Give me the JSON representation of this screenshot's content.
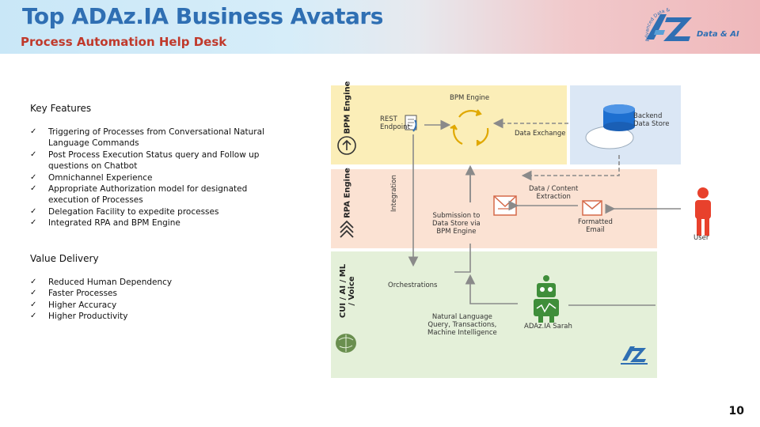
{
  "header": {
    "title": "Top ADAz.IA Business Avatars",
    "subtitle": "Process Automation Help Desk",
    "logo_tag": "Data & AI",
    "logo_arc": "Advanced Data & AI"
  },
  "key_features": {
    "title": "Key Features",
    "items": [
      "Triggering of Processes from Conversational Natural Language Commands",
      "Post Process Execution Status query and Follow up questions on Chatbot",
      "Omnichannel Experience",
      "Appropriate Authorization model for designated execution of Processes",
      "Delegation Facility to expedite processes",
      "Integrated RPA and BPM Engine"
    ]
  },
  "value_delivery": {
    "title": "Value Delivery",
    "items": [
      "Reduced Human Dependency",
      "Faster Processes",
      "Higher Accuracy",
      "Higher Productivity"
    ]
  },
  "diagram": {
    "bands": {
      "bpm": "BPM Engine",
      "rpa": "RPA Engine",
      "cui": "CUI / AI / ML / Voice"
    },
    "labels": {
      "bpm_engine": "BPM Engine",
      "rest_line1": "REST",
      "rest_line2": "Endpoint",
      "data_exchange": "Data Exchange",
      "backend_line1": "Backend",
      "backend_line2": "Data Store",
      "integration": "Integration",
      "dce_line1": "Data / Content",
      "dce_line2": "Extraction",
      "sub_line1": "Submission to",
      "sub_line2": "Data Store via",
      "sub_line3": "BPM Engine",
      "fmt_line1": "Formatted",
      "fmt_line2": "Email",
      "user": "User",
      "orchestrations": "Orchestrations",
      "nl_line1": "Natural Language",
      "nl_line2": "Query, Transactions,",
      "nl_line3": "Machine Intelligence",
      "avatar": "ADAz.IA Sarah"
    }
  },
  "colors": {
    "title": "#2f6fb3",
    "subtitle": "#c0392b",
    "bpm_band": "#fbeeb8",
    "rpa_band": "#fbe2d3",
    "cui_band": "#e4f0d9",
    "backend_box": "#dbe7f5",
    "user": "#e8412c",
    "avatar": "#3f8e3a",
    "envelope": "#d56a4a"
  },
  "icons": [
    "document-icon",
    "cycle-arrows-icon",
    "database-cloud-icon",
    "up-arrow-icon",
    "chevrons-up-icon",
    "envelope-icon",
    "user-icon",
    "robot-icon",
    "brain-icon",
    "logo-icon"
  ],
  "page_number": "10"
}
